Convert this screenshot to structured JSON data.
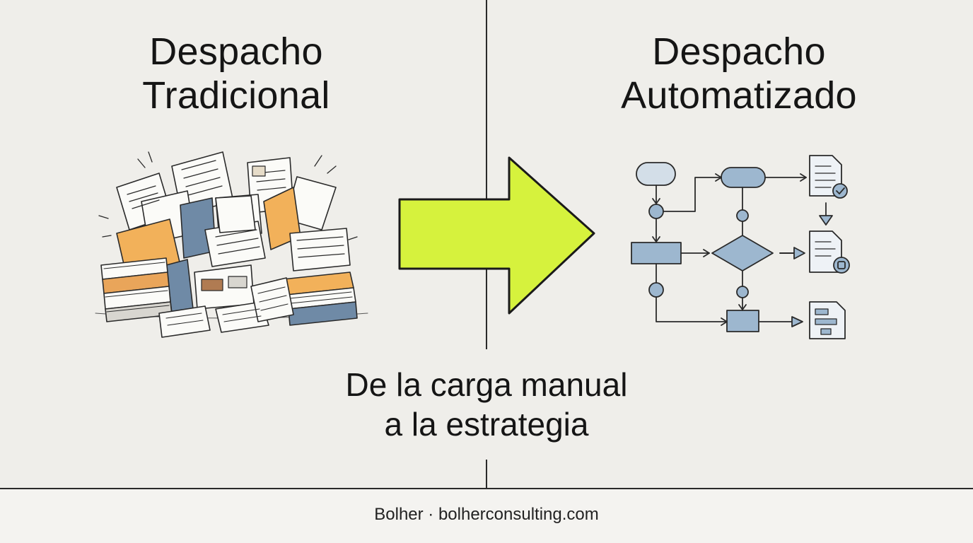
{
  "left_panel": {
    "title_line1": "Despacho",
    "title_line2": "Tradicional",
    "illustration": "paper-pile-icon"
  },
  "right_panel": {
    "title_line1": "Despacho",
    "title_line2": "Automatizado",
    "illustration": "flowchart-icon"
  },
  "transition_arrow": {
    "icon": "arrow-right-icon",
    "color": "#d6f23d"
  },
  "caption": {
    "line1": "De la carga manual",
    "line2": "a la estrategia"
  },
  "footer": {
    "text": "Bolher · bolherconsulting.com"
  },
  "colors": {
    "background": "#efeeea",
    "ink": "#151515",
    "flow_fill": "#9db7cf",
    "folder_orange": "#f2b15a",
    "folder_blue": "#6f8aa6"
  }
}
